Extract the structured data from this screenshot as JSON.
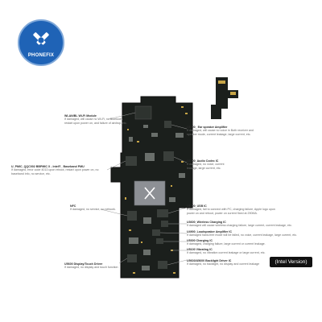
{
  "brand": {
    "name": "PHONEFIX",
    "color": "#1f63b6"
  },
  "badge": {
    "label": "(Intel Version)"
  },
  "labels": {
    "wifi": {
      "title": "WLAN/BL Wi-Fi Module",
      "desc": "If damaged, will cause no Wi-Fi, no Bluetooth, restart upon power on, and failure of airdrop, etc."
    },
    "earspeaker": {
      "title": "U1000_ Ear speaker Amplifier",
      "desc": "If damaged, will cause no voice in Both receiver and speaker mode, current leakage, large current, etc."
    },
    "baseband": {
      "title": "U_PMIC_QQC002 BBPMIC X - Intel®_ Baseband PMU",
      "desc": "If damaged, error code 4013 upon reboot, restart upon power on, no baseband info, no service, etc."
    },
    "audio": {
      "title": "U3700_Audio Codec IC",
      "desc": "If damaged, no voice, current leakage, large current, etc."
    },
    "usb": {
      "title": "U6300_USB IC",
      "desc": "If damaged, fail to connect with PC, charging failure, Apple logo upon power on and reboot, power on current fixed at 290MA."
    },
    "wireless": {
      "title": "U3600_Wireless Charging IC",
      "desc": "If damaged will cause wireless charging failure, large current, current leakage, etc."
    },
    "loudspeaker": {
      "title": "U4900_Loudspeaker Amplifier IC",
      "desc": "If damaged hand-free mode will be failed, no voice, current leakage, large current, etc."
    },
    "charging": {
      "title": "U5300 Charging IC",
      "desc": "If damaged, charging failure, large current or current leakage."
    },
    "vibrating": {
      "title": "U5100 Vibrating IC",
      "desc": "If damaged, no vibration current leakage or large current, etc."
    },
    "nfc": {
      "title": "NFC",
      "desc": "If damaged, no service, no network."
    },
    "display": {
      "title": "U5600 Display/Touch Driver",
      "desc": "If damaged, no display and touch function"
    },
    "backlight": {
      "title": "U5603/U5600 Backlight Driver IC",
      "desc": "If damaged, no backlight, no display and current leakage"
    }
  }
}
